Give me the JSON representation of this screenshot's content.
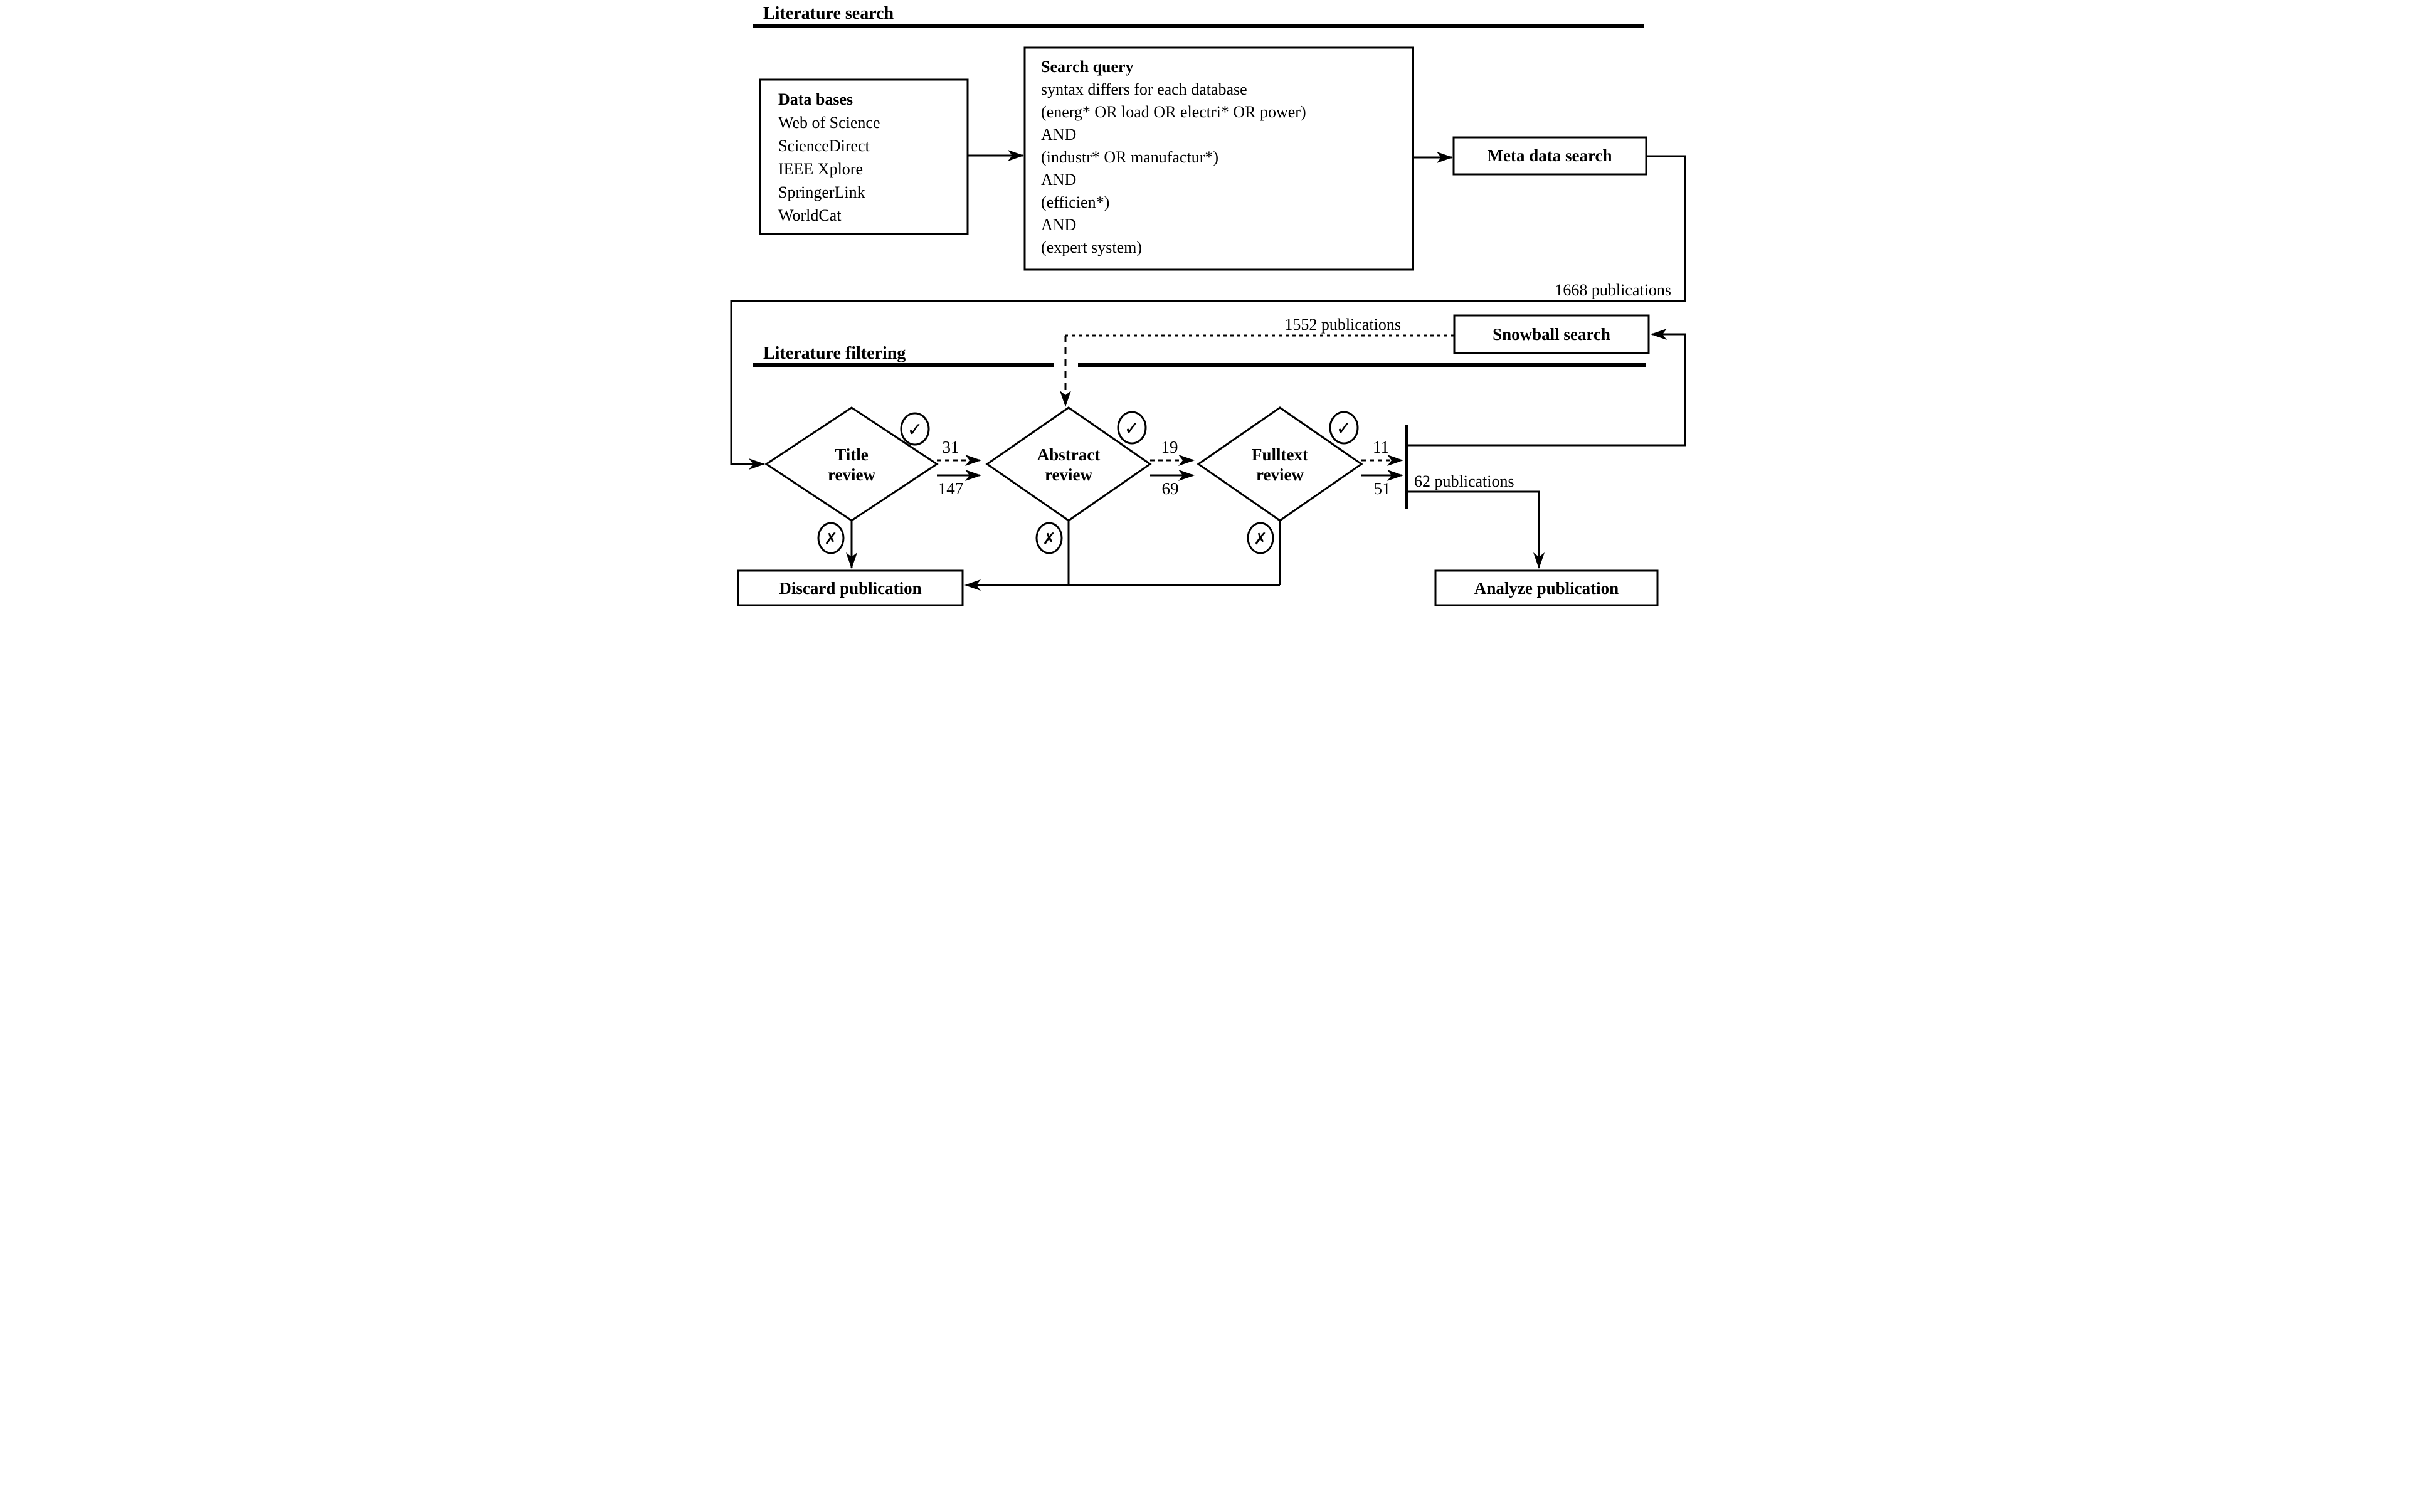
{
  "sections": {
    "search_title": "Literature search",
    "filtering_title": "Literature filtering"
  },
  "databases_box": {
    "title": "Data bases",
    "items": [
      "Web of Science",
      "ScienceDirect",
      "IEEE Xplore",
      "SpringerLink",
      "WorldCat"
    ]
  },
  "search_query_box": {
    "title": "Search query",
    "lines": [
      "syntax differs for each database",
      "(energ* OR load OR electri* OR power)",
      "AND",
      "(industr* OR manufactur*)",
      "AND",
      "(efficien*)",
      "AND",
      "(expert system)"
    ]
  },
  "meta_search_box": {
    "label": "Meta data search"
  },
  "snowball_box": {
    "label": "Snowball search"
  },
  "flow_labels": {
    "meta_output": "1668 publications",
    "snowball_output": "1552 publications",
    "final_output": "62 publications"
  },
  "diamonds": [
    {
      "line1": "Title",
      "line2": "review",
      "accept_dashed": "31",
      "accept_solid": "147"
    },
    {
      "line1": "Abstract",
      "line2": "review",
      "accept_dashed": "19",
      "accept_solid": "69"
    },
    {
      "line1": "Fulltext",
      "line2": "review",
      "accept_dashed": "11",
      "accept_solid": "51"
    }
  ],
  "terminal_boxes": {
    "discard": "Discard publication",
    "analyze": "Analyze publication"
  },
  "icons": {
    "accept_glyph": "✓",
    "reject_glyph": "✗"
  },
  "colors": {
    "ink": "#000000",
    "background": "#ffffff"
  }
}
